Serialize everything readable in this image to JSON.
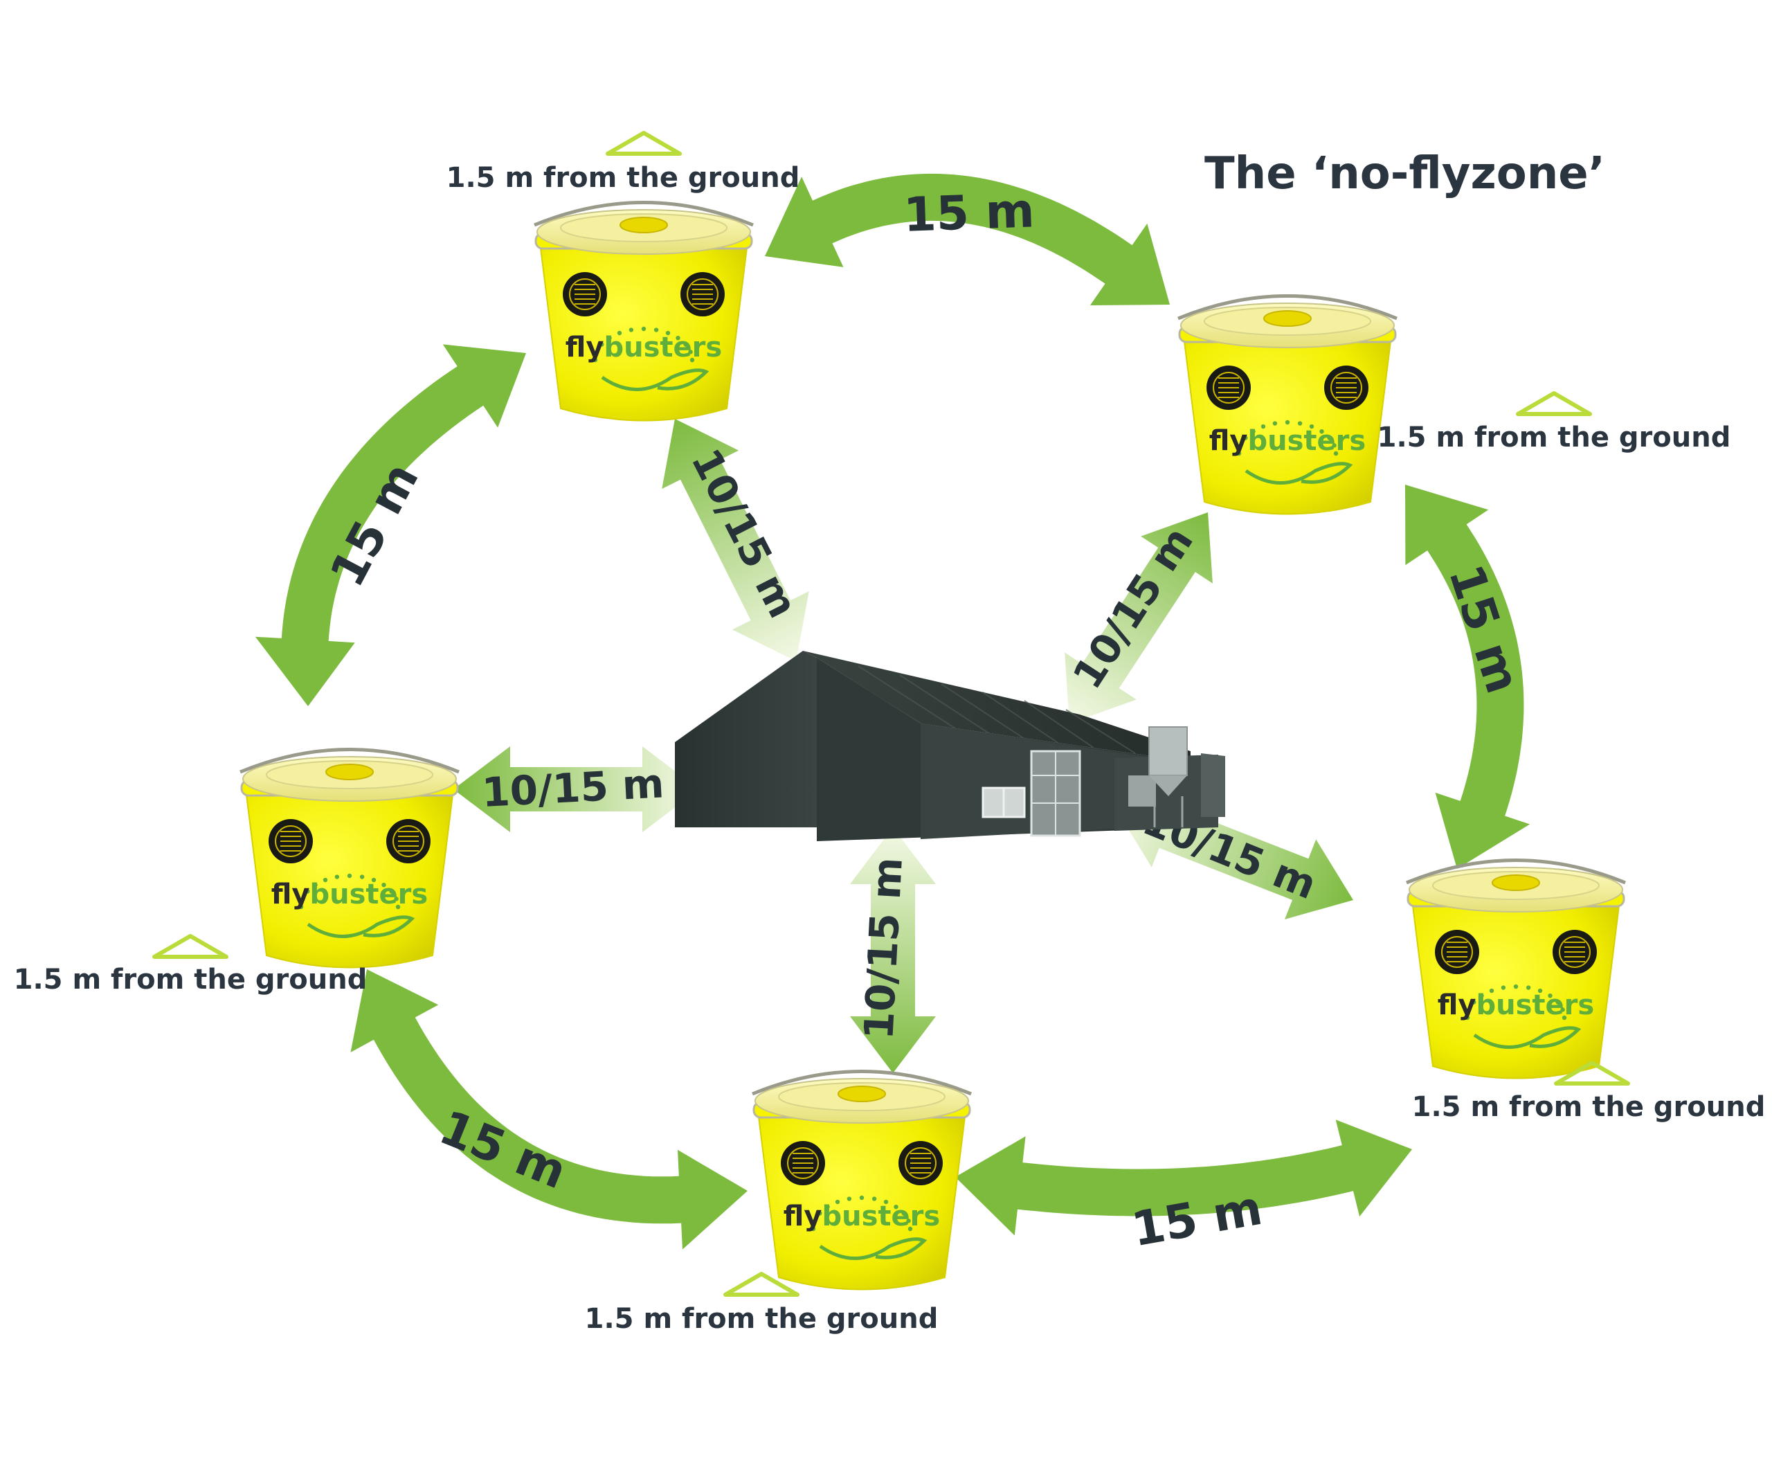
{
  "title": "The ‘no-flyzone’",
  "colors": {
    "arrow_green": "#7dbb3f",
    "arrow_pale": "#f4f9e6",
    "bucket_yellow": "#f4f200",
    "logo_green": "#5fae3b",
    "text_dark": "#2a3540",
    "barn_dark": "#2c3635"
  },
  "traps": [
    {
      "brand_a": "fly",
      "brand_b": "busters",
      "height_label": "1.5 m from the ground",
      "marker": "triangle-icon"
    },
    {
      "brand_a": "fly",
      "brand_b": "busters",
      "height_label": "1.5 m from the ground",
      "marker": "triangle-icon"
    },
    {
      "brand_a": "fly",
      "brand_b": "busters",
      "height_label": "1.5 m from the ground",
      "marker": "triangle-icon"
    },
    {
      "brand_a": "fly",
      "brand_b": "busters",
      "height_label": "1.5 m from the ground",
      "marker": "triangle-icon"
    },
    {
      "brand_a": "fly",
      "brand_b": "busters",
      "height_label": "1.5 m from the ground",
      "marker": "triangle-icon"
    }
  ],
  "perimeter_distance": "15 m",
  "barn_distance": "10/15 m",
  "center": {
    "icon": "barn-icon"
  }
}
